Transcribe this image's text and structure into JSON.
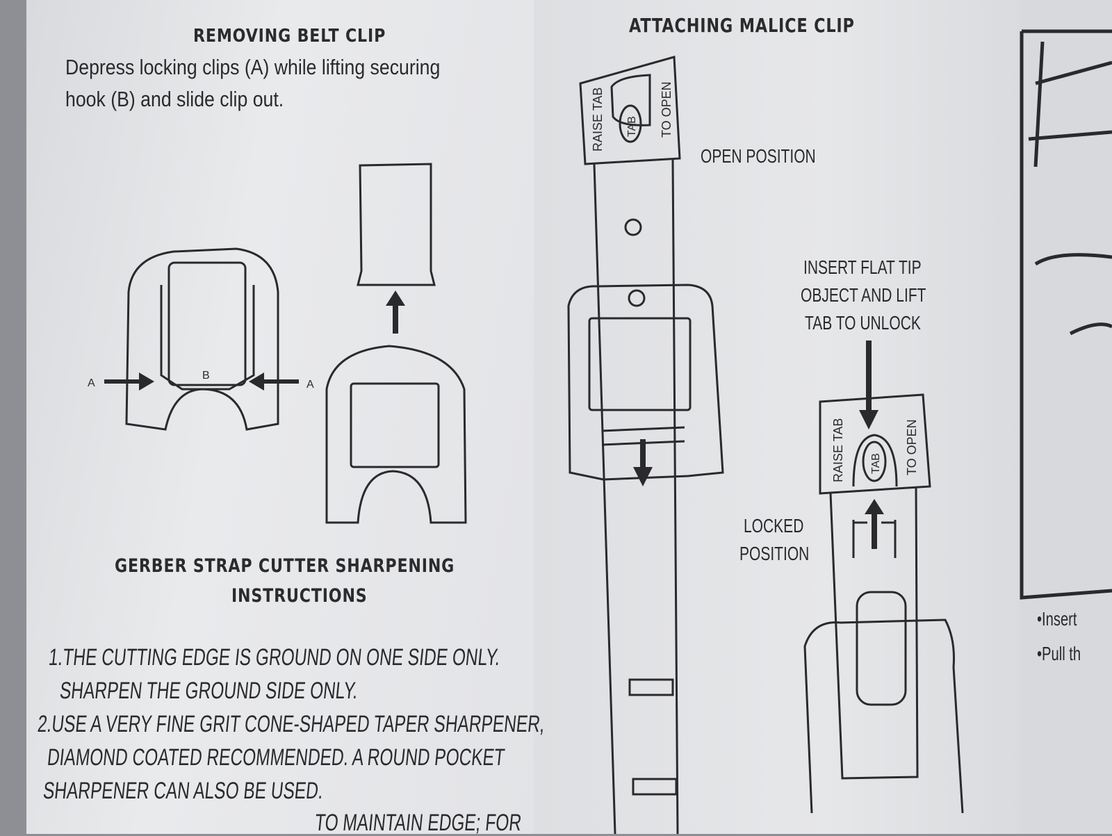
{
  "removing": {
    "title": "REMOVING BELT CLIP",
    "line1": "Depress locking clips (A) while lifting securing",
    "line2": "hook (B) and slide clip out.",
    "label_a": "A",
    "label_b": "B"
  },
  "sharpening": {
    "title1": "GERBER STRAP CUTTER SHARPENING",
    "title2": "INSTRUCTIONS",
    "lines": [
      "1.THE CUTTING EDGE IS GROUND ON ONE SIDE ONLY.",
      "SHARPEN THE GROUND SIDE ONLY.",
      "2.USE A VERY FINE GRIT CONE-SHAPED TAPER SHARPENER,",
      "DIAMOND COATED RECOMMENDED. A ROUND POCKET",
      "SHARPENER CAN ALSO BE USED.",
      "TO MAINTAIN EDGE; FOR"
    ]
  },
  "attaching": {
    "title": "ATTACHING MALICE CLIP",
    "open_position": "OPEN POSITION",
    "insert1": "INSERT FLAT TIP",
    "insert2": "OBJECT AND LIFT",
    "insert3": "TAB TO UNLOCK",
    "locked1": "LOCKED",
    "locked2": "POSITION",
    "raise_tab": "RAISE TAB",
    "tab": "TAB",
    "to_open": "TO OPEN"
  },
  "third_panel": {
    "bullet1": "•Insert",
    "bullet2": "•Pull th"
  }
}
